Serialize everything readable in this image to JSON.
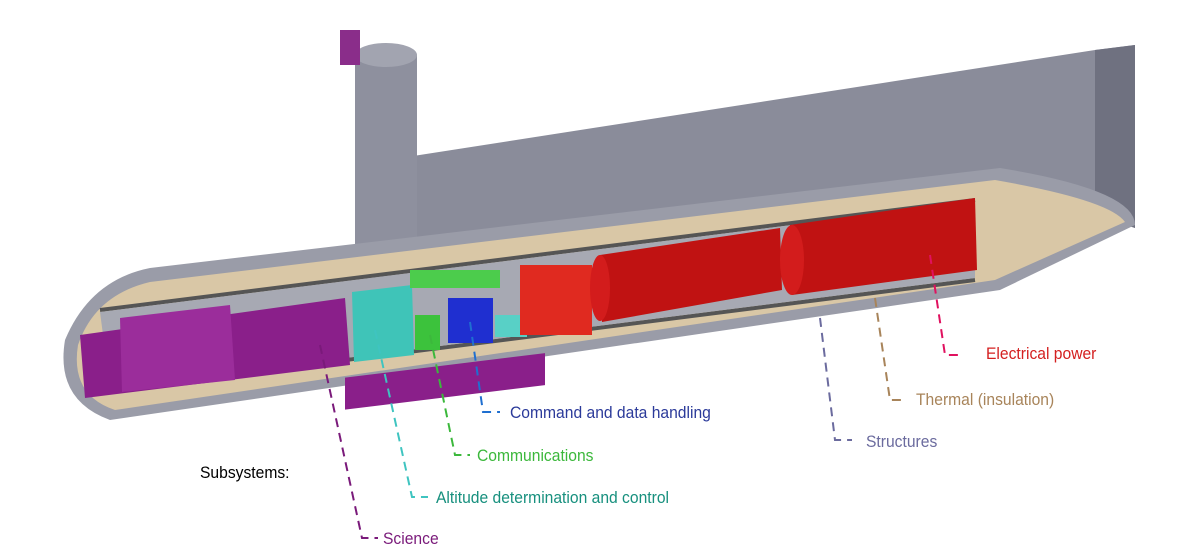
{
  "title": "Subsystems:",
  "labels": {
    "electrical_power": "Electrical power",
    "thermal": "Thermal (insulation)",
    "structures": "Structures",
    "command": "Command and data handling",
    "communications": "Communications",
    "altitude": "Altitude determination and control",
    "science": "Science"
  },
  "colors": {
    "electrical_power": "#e0115f",
    "thermal": "#a8845a",
    "structures": "#6b6b9e",
    "command": "#2b3a9a",
    "communications": "#3cb83c",
    "altitude": "#17907e",
    "science": "#7a1a7a"
  }
}
